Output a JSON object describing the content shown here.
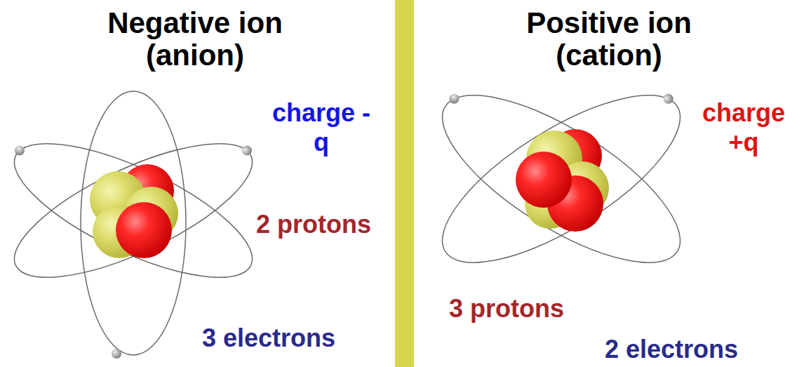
{
  "diagram": {
    "labels": [
      "Negative ion (anion)",
      "charge -q",
      "2 protons",
      "3 electrons",
      "Positive ion (cation)",
      "charge +q",
      "3 protons",
      "2 electrons"
    ]
  }
}
